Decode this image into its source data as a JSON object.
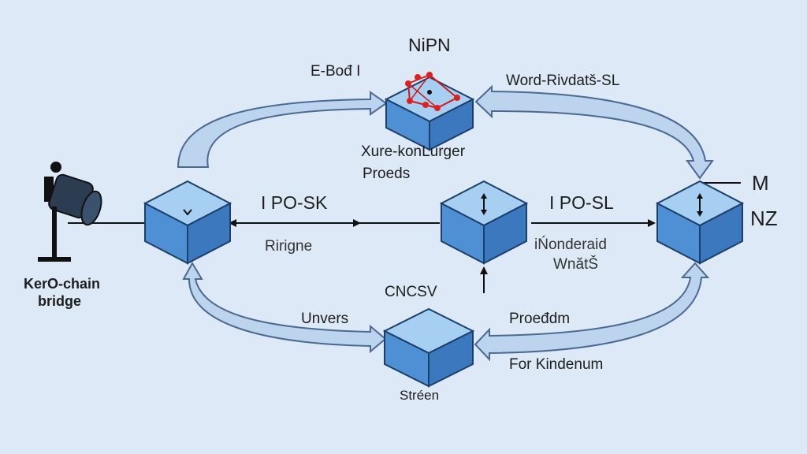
{
  "colors": {
    "background": "#dde9f6",
    "cube_side": "#4f8fd4",
    "cube_top": "#9fcaf0",
    "cube_edge": "#1b3f6b",
    "arrow_fill": "#bcd4ee",
    "arrow_stroke": "#4a6a92",
    "network_nodes": "#e02020"
  },
  "labels": {
    "top_cube_title": "NiPN",
    "top_left": "E-Bođ I",
    "top_right": "Word-Rivdatš-SL",
    "top_cube_caption_1": "Xure-konLurger",
    "top_cube_caption_2": "Proeds",
    "middle_left_link": "I PO-SK",
    "middle_left_sub": "Ririgne",
    "middle_right_link": "I PO-SL",
    "middle_right_sub_1": "iŃonderaid",
    "middle_right_sub_2": "WnătŠ",
    "right_cube_mark_1": "M",
    "right_cube_mark_2": "NZ",
    "camera_caption_1": "KerO-chain",
    "camera_caption_2": "bridge",
    "bottom_cube_title": "CNCSV",
    "bottom_left": "Unvers",
    "bottom_right_1": "Proeđdm",
    "bottom_right_2": "For Kindenum",
    "bottom_cube_caption": "Stréen"
  },
  "icons": {
    "camera": "camera-on-tripod-icon",
    "top_cube_glyph": "network-graph-icon",
    "left_cube_glyph": "chevron-down-icon",
    "center_cube_glyph": "vertical-double-arrow-icon",
    "right_cube_glyph": "vertical-double-arrow-icon"
  }
}
